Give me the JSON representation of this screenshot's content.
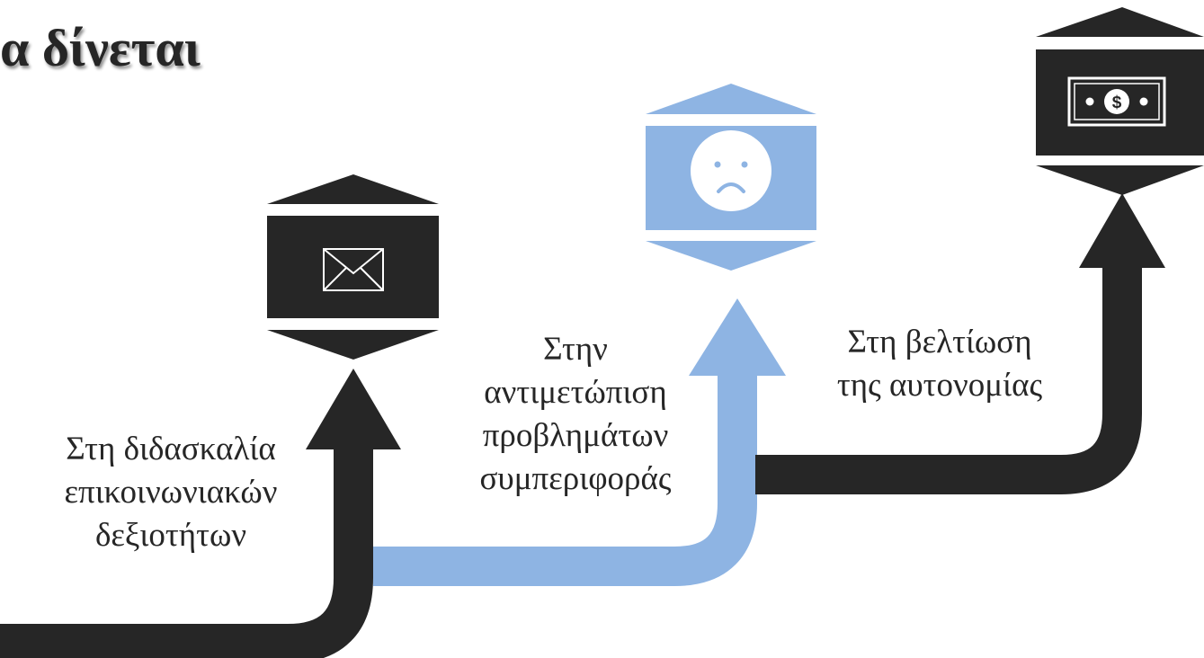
{
  "title": "α δίνεται",
  "colors": {
    "dark": "#262626",
    "light_blue": "#8eb4e3",
    "background": "#ffffff"
  },
  "steps": [
    {
      "lines": [
        "Στη διδασκαλία",
        "επικοινωνιακών",
        "δεξιοτήτων"
      ],
      "icon": "envelope-icon",
      "color": "#262626"
    },
    {
      "lines": [
        "Στην",
        "αντιμετώπιση",
        "προβλημάτων",
        "συμπεριφοράς"
      ],
      "icon": "sad-face-icon",
      "color": "#8eb4e3"
    },
    {
      "lines": [
        "Στη βελτίωση",
        "της αυτονομίας"
      ],
      "icon": "dollar-bill-icon",
      "color": "#262626"
    }
  ]
}
